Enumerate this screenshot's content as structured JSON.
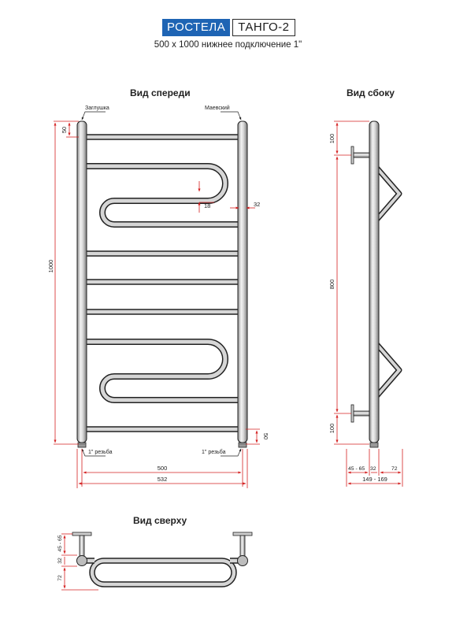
{
  "brand": {
    "name": "РОСТЕЛА",
    "model": "ТАНГО-2",
    "color": "#1e64b4"
  },
  "subtitle": "500 х 1000 нижнее подключение 1\"",
  "views": {
    "front": {
      "title": "Вид спереди",
      "plug_label": "Заглушка",
      "valve_label": "Маевский",
      "thread_left": "1\" резьба",
      "thread_right": "1\" резьба",
      "dims": {
        "height": "1000",
        "top_offset": "50",
        "bottom_offset": "50",
        "bend": "18",
        "gap": "32",
        "width_axes": "500",
        "width_total": "532"
      }
    },
    "side": {
      "title": "Вид сбоку",
      "dims": {
        "top": "100",
        "middle": "800",
        "bottom": "100",
        "offset": "45 - 65",
        "pipe": "32",
        "depth": "72",
        "total": "149 - 169"
      }
    },
    "top": {
      "title": "Вид сверху",
      "dims": {
        "wall": "45 - 65",
        "pipe": "32",
        "depth": "72"
      }
    }
  },
  "colors": {
    "dimension": "#d42020",
    "outline": "#222222"
  }
}
